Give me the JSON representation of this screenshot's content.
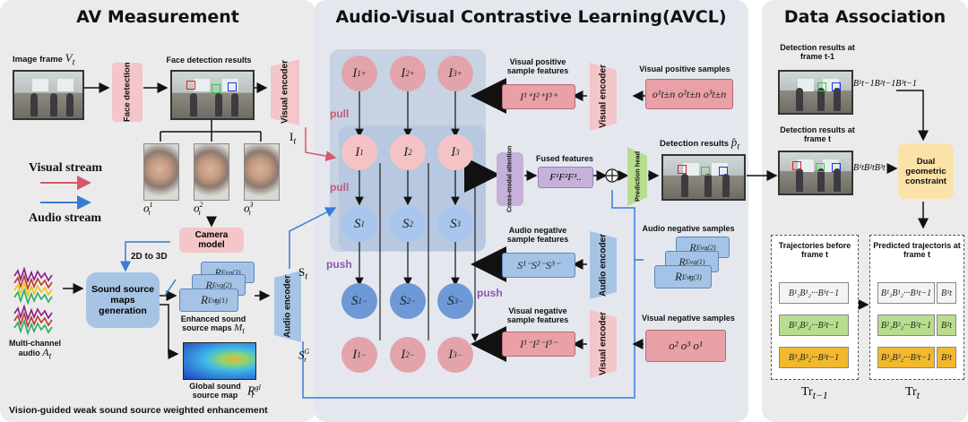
{
  "panels": {
    "left_title": "AV Measurement",
    "mid_title": "Audio-Visual Contrastive Learning(AVCL)",
    "right_title": "Data Association"
  },
  "left": {
    "image_frame": "Image frame",
    "image_frame_sym": "V",
    "image_frame_sub": "t",
    "face_detection": "Face detection",
    "face_results": "Face detection results",
    "visual_encoder": "Visual encoder",
    "it_label": "I",
    "it_sub": "t",
    "visual_stream": "Visual stream",
    "audio_stream": "Audio stream",
    "camera_model": "Camera model",
    "two_d_to_three_d": "2D to 3D",
    "sound_source": "Sound source maps generation",
    "multi_channel": "Multi-channel audio",
    "multi_channel_sym": "A",
    "multi_channel_sub": "t",
    "enhanced": "Enhanced sound source maps",
    "enhanced_sym": "M",
    "enhanced_sub": "t",
    "global_map": "Global sound source map",
    "global_sym": "R",
    "global_sub": "t",
    "global_sup": "gl",
    "audio_encoder": "Audio encoder",
    "st_label": "S",
    "st_sub": "t",
    "stg_label": "S",
    "stg_sub": "t",
    "stg_sup": "G",
    "caption": "Vision-guided weak sound source weighted enhancement",
    "face_crops": [
      {
        "sym": "o",
        "sup": "1",
        "sub": "t"
      },
      {
        "sym": "o",
        "sup": "2",
        "sub": "t"
      },
      {
        "sym": "o",
        "sup": "3",
        "sub": "t"
      }
    ],
    "evg_maps": [
      {
        "sym": "R",
        "sup": "Evg(3)",
        "sub": "t"
      },
      {
        "sym": "R",
        "sup": "Evg(2)",
        "sub": "t"
      },
      {
        "sym": "R",
        "sup": "Evg(1)",
        "sub": "t"
      }
    ]
  },
  "mid": {
    "pull_label": "pull",
    "push_label": "push",
    "top_row": [
      "1+",
      "2+",
      "3+"
    ],
    "anchor_row": [
      "1",
      "2",
      "3"
    ],
    "audio_row": [
      "1",
      "2",
      "3"
    ],
    "audio_neg_row": [
      "1−",
      "2−",
      "3−"
    ],
    "bottom_row": [
      "1−",
      "2−",
      "3−"
    ],
    "cross_modal": "Cross-modal attention",
    "fused_features": "Fused features",
    "fused_formula": "F¹F²F³..",
    "prediction_head": "Prediction head",
    "detection_results": "Detection results",
    "detection_sym": "p̂",
    "detection_sub": "t",
    "vis_pos_feat_label": "Visual positive sample features",
    "vis_pos_feat": "I¹⁺I²⁺I³⁺",
    "vis_pos_samples_label": "Visual positive samples",
    "vis_pos_samples": "o¹t±n o²t±n o³t±n",
    "audio_neg_feat_label": "Audio negative sample features",
    "audio_neg_feat": "S¹⁻S²⁻S³⁻",
    "audio_neg_samples_label": "Audio negative samples",
    "vis_neg_feat_label": "Visual negative sample features",
    "vis_neg_feat": "I¹⁻I²⁻I³⁻",
    "vis_neg_samples_label": "Visual negative samples",
    "vis_neg_samples": "o² o³ o¹",
    "visual_encoder": "Visual encoder",
    "audio_encoder": "Audio encoder",
    "audio_neg_maps": [
      {
        "sym": "R",
        "sup": "Evg(2)",
        "sub": "t"
      },
      {
        "sym": "R",
        "sup": "Evg(1)",
        "sub": "t"
      },
      {
        "sym": "R",
        "sup": "Evg(3)",
        "sub": "t"
      }
    ]
  },
  "right": {
    "det_prev": "Detection results at frame t-1",
    "det_prev_sym": "B¹t−1B²t−1B³t−1",
    "det_curr": "Detection results at frame t",
    "det_curr_sym": "B¹tB²tB³t",
    "dual": "Dual geometric constraint",
    "traj_before": "Trajectories before frame t",
    "traj_pred": "Predicted trajectoris at frame t",
    "traj_rows_before": [
      "B¹₁B¹₂···B¹t−1",
      "B²₁B²₂···B²t−1",
      "B³₁B³₂···B³t−1"
    ],
    "traj_rows_pred": [
      "B¹₁B¹₂···B¹t−1",
      "B²₁B²₂···B²t−1",
      "B³₁B³₂···B³t−1"
    ],
    "traj_rows_new": [
      "B¹t",
      "B²t",
      "B³t"
    ],
    "tr_prev": "Tr",
    "tr_prev_sub": "t−1",
    "tr_curr": "Tr",
    "tr_curr_sub": "t"
  },
  "colors": {
    "visual_arrow": "#d9566b",
    "audio_arrow": "#3a7bd5",
    "dark_blue_arrow": "#2f5f99"
  }
}
